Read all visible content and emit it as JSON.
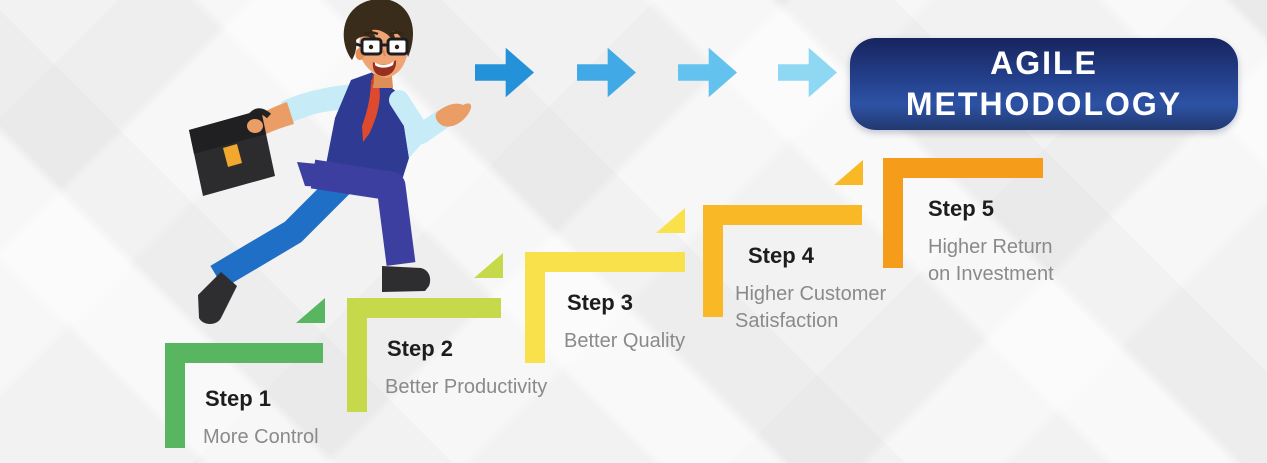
{
  "background": {
    "color": "#f2f2f3"
  },
  "header": {
    "arrows": {
      "icon": "arrow-right-icon",
      "colors": [
        "#2492d8",
        "#41aae6",
        "#63c3ee",
        "#8fd8f3"
      ]
    },
    "title_box": {
      "line1": "AGILE",
      "line2": "METHODOLOGY",
      "text_color": "#ffffff",
      "bg_gradient_top": "#17245e",
      "bg_gradient_mid": "#2d52a5",
      "bg_gradient_bottom": "#22396f"
    }
  },
  "character": {
    "name": "running-businessman-with-briefcase",
    "colors": {
      "skin": "#efa476",
      "hair": "#3a2c1b",
      "shirt": "#c8ebf8",
      "vest": "#2f3a92",
      "tie": "#df4a2e",
      "pants_front": "#3c3f9f",
      "pants_back": "#1e6fc5",
      "shoes": "#2e2e30",
      "briefcase": "#2c2c2e",
      "briefcase_clasp": "#f2a72e"
    }
  },
  "steps": [
    {
      "label": "Step 1",
      "description": "More Control",
      "color": "#57b65f"
    },
    {
      "label": "Step 2",
      "description": "Better Productivity",
      "color": "#c6d94b"
    },
    {
      "label": "Step 3",
      "description": "Better Quality",
      "color": "#f9e14b"
    },
    {
      "label": "Step 4",
      "description": "Higher Customer Satisfaction",
      "color": "#f9b826"
    },
    {
      "label": "Step 5",
      "description": "Higher Return on Investment",
      "color": "#f59d1b"
    }
  ],
  "text_colors": {
    "step_label": "#1d1d1b",
    "step_description": "#8a8a8a"
  }
}
